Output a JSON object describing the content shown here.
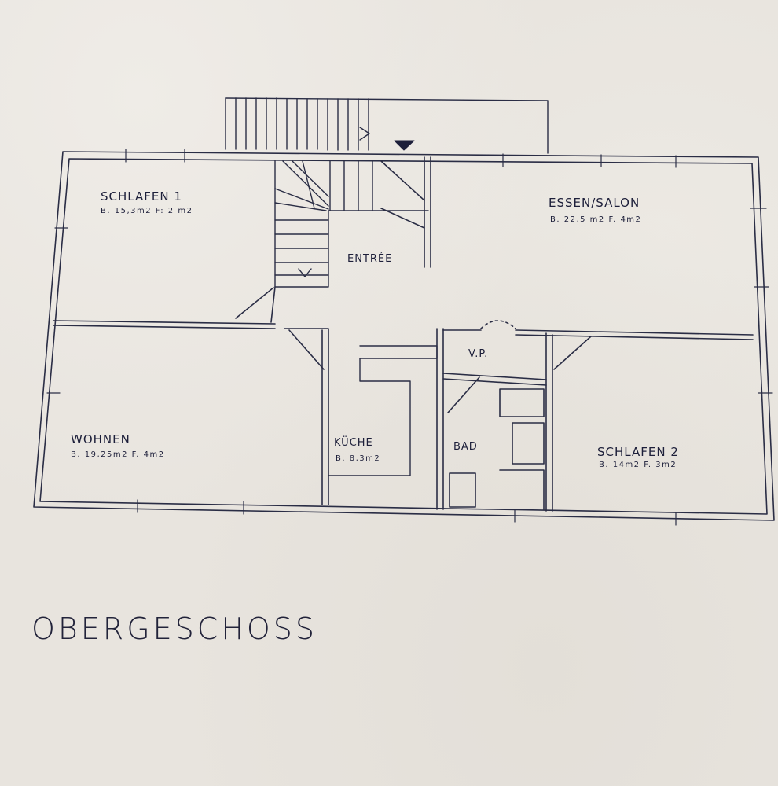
{
  "rooms": {
    "schlafen1": {
      "name": "SCHLAFEN 1",
      "area": "B. 15,3m2   F: 2 m2"
    },
    "essen": {
      "name": "ESSEN/SALON",
      "area": "B. 22,5 m2   F. 4m2"
    },
    "entree": {
      "name": "ENTRÉE"
    },
    "vp": {
      "name": "V.P."
    },
    "wohnen": {
      "name": "WOHNEN",
      "area": "B. 19,25m2   F. 4m2"
    },
    "kueche": {
      "name": "KÜCHE",
      "area": "B. 8,3m2"
    },
    "bad": {
      "name": "BAD"
    },
    "schlafen2": {
      "name": "SCHLAFEN 2",
      "area": "B. 14m2   F. 3m2"
    }
  },
  "title": "OBERGESCHOSS",
  "colors": {
    "ink": "#1d1f3a",
    "wall": "#2a2d45",
    "paper": "#e8e4de"
  }
}
